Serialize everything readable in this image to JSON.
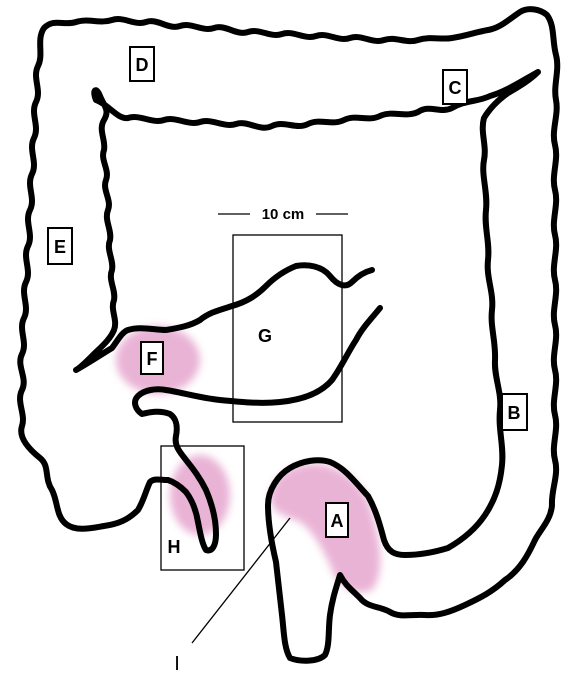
{
  "labels": {
    "a": "A",
    "b": "B",
    "c": "C",
    "d": "D",
    "e": "E",
    "f": "F",
    "g": "G",
    "h": "H",
    "i": "I"
  },
  "scale_bar": {
    "text": "10 cm"
  },
  "colors": {
    "outline": "#000000",
    "highlight": "#e6a6cf",
    "background": "#ffffff"
  }
}
